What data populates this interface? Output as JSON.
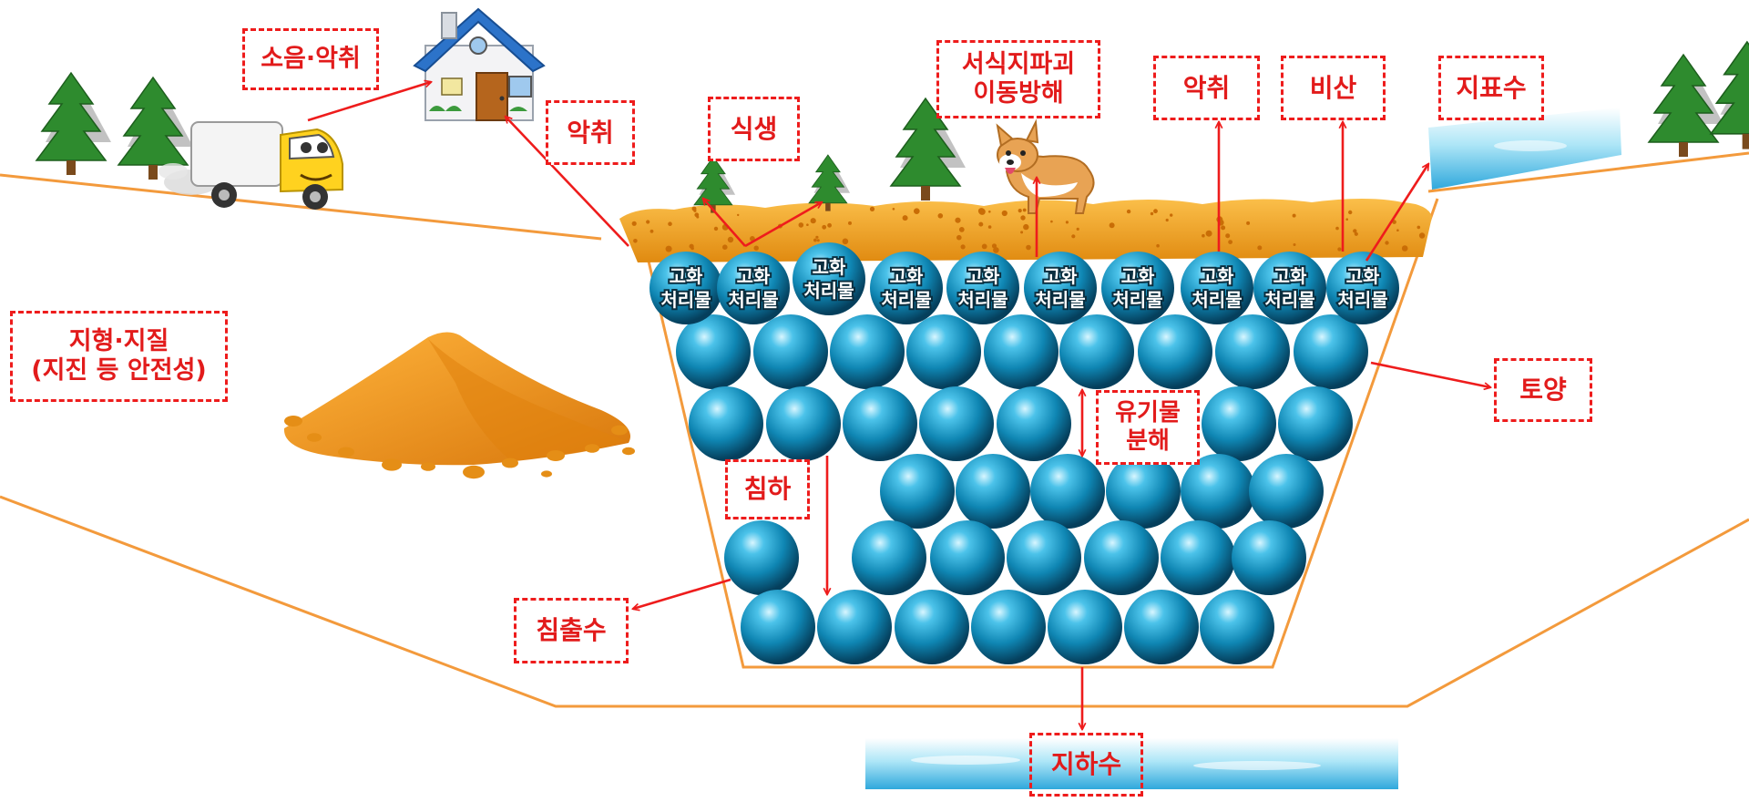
{
  "labels": {
    "noise_odor": "소음·악취",
    "odor_left": "악취",
    "vegetation": "식생",
    "habitat": [
      "서식지파괴",
      "이동방해"
    ],
    "odor_right": "악취",
    "scattering": "비산",
    "surface_water": "지표수",
    "terrain": [
      "지형·지질",
      "(지진 등 안전성)"
    ],
    "soil": "토양",
    "decomposition": [
      "유기물",
      "분해"
    ],
    "subsidence": "침하",
    "leachate": "침출수",
    "groundwater": "지하수"
  },
  "ball_label": [
    "고화",
    "처리물"
  ],
  "colors": {
    "label_red": "#e21b1b",
    "sphere_blue": "#1593c2",
    "earth_line": "#f39a3c",
    "soil_orange": "#f0a020",
    "tree_green": "#2e8b2e"
  },
  "icons": [
    "house-icon",
    "truck-icon",
    "dog-icon",
    "tree-icon",
    "soil-pile-icon",
    "water-icon"
  ]
}
